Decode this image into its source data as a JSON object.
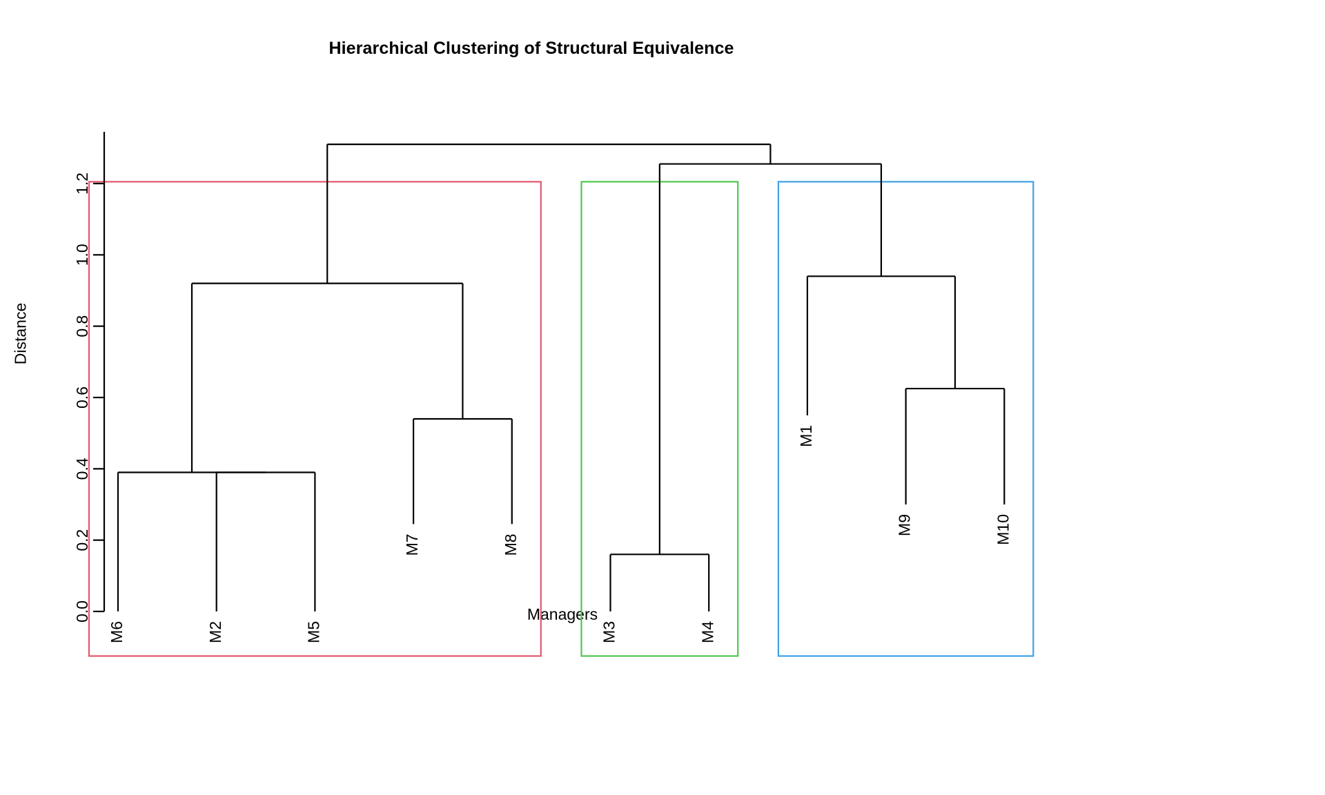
{
  "plot": {
    "title": "Hierarchical Clustering of Structural Equivalence",
    "xlabel": "Managers",
    "ylabel": "Distance"
  },
  "chart_data": {
    "type": "dendrogram",
    "title": "Hierarchical Clustering of Structural Equivalence",
    "xlabel": "Managers",
    "ylabel": "Distance",
    "ylim": [
      0.0,
      1.31
    ],
    "grid": false,
    "legend": "none",
    "yticks": [
      0.0,
      0.2,
      0.4,
      0.6,
      0.8,
      1.0,
      1.2
    ],
    "ytick_labels": [
      "0.0",
      "0.2",
      "0.4",
      "0.6",
      "0.8",
      "1.0",
      "1.2"
    ],
    "leaf_order": [
      "M6",
      "M2",
      "M5",
      "M7",
      "M8",
      "M3",
      "M4",
      "M1",
      "M9",
      "M10"
    ],
    "leaves": [
      {
        "label": "M6",
        "index": 1
      },
      {
        "label": "M2",
        "index": 2
      },
      {
        "label": "M5",
        "index": 3
      },
      {
        "label": "M7",
        "index": 4
      },
      {
        "label": "M8",
        "index": 5
      },
      {
        "label": "M3",
        "index": 6
      },
      {
        "label": "M4",
        "index": 7
      },
      {
        "label": "M1",
        "index": 8
      },
      {
        "label": "M9",
        "index": 9
      },
      {
        "label": "M10",
        "index": 10
      }
    ],
    "merges": [
      {
        "id": "n1",
        "left": "M3",
        "right": "M4",
        "height": 0.16
      },
      {
        "id": "n2",
        "left": "M2",
        "right": "M5",
        "height": 0.39
      },
      {
        "id": "n3",
        "left": "M6",
        "right": "n2",
        "height": 0.39
      },
      {
        "id": "n4",
        "left": "M7",
        "right": "M8",
        "height": 0.54
      },
      {
        "id": "n5",
        "left": "M9",
        "right": "M10",
        "height": 0.625
      },
      {
        "id": "n6",
        "left": "M1",
        "right": "n5",
        "height": 0.94
      },
      {
        "id": "n7",
        "left": "n3",
        "right": "n4",
        "height": 0.92
      },
      {
        "id": "n8",
        "left": "n1",
        "right": "n6",
        "height": 1.255
      },
      {
        "id": "n9",
        "left": "n7",
        "right": "n8",
        "height": 1.31
      }
    ],
    "clusters": [
      {
        "name": "cluster-1",
        "color": "#E4566B",
        "members": [
          "M6",
          "M2",
          "M5",
          "M7",
          "M8"
        ]
      },
      {
        "name": "cluster-2",
        "color": "#4DC84D",
        "members": [
          "M3",
          "M4"
        ]
      },
      {
        "name": "cluster-3",
        "color": "#3EA0E8",
        "members": [
          "M1",
          "M9",
          "M10"
        ]
      }
    ],
    "cluster_box_top": 1.205,
    "cluster_box_bottom": -0.125,
    "line_color": "#000000"
  }
}
